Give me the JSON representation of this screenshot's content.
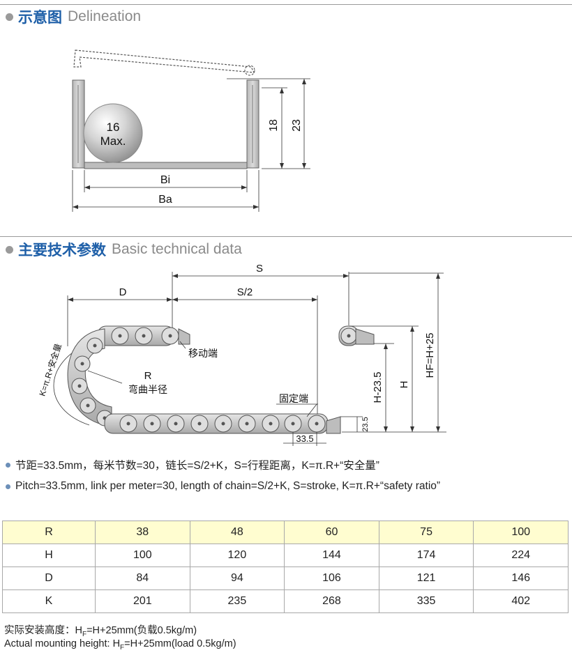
{
  "section1": {
    "title_cn": "示意图",
    "title_en": "Delineation"
  },
  "delineation": {
    "ball_line1": "16",
    "ball_line2": "Max.",
    "dim_inner_height": "18",
    "dim_outer_height": "23",
    "dim_inner_width": "Bi",
    "dim_outer_width": "Ba"
  },
  "section2": {
    "title_cn": "主要技术参数",
    "title_en": "Basic technical data"
  },
  "technical": {
    "label_s": "S",
    "label_s_half": "S/2",
    "label_d": "D",
    "label_r": "R",
    "label_bend_radius_cn": "弯曲半径",
    "label_moving_end_cn": "移动端",
    "label_fixed_end_cn": "固定端",
    "label_k": "K=π.R+安全量",
    "label_h_minus": "H-23.5",
    "label_h": "H",
    "label_hf": "HF=H+25",
    "dim_bar_height": "23.5",
    "dim_pitch": "33.5"
  },
  "notes": {
    "cn": "节距=33.5mm，每米节数=30，链长=S/2+K，S=行程距离，K=π.R+“安全量”",
    "en": "Pitch=33.5mm, link per meter=30, length of chain=S/2+K, S=stroke, K=π.R+“safety ratio”"
  },
  "table": {
    "rows": [
      {
        "label": "R",
        "values": [
          "38",
          "48",
          "60",
          "75",
          "100"
        ]
      },
      {
        "label": "H",
        "values": [
          "100",
          "120",
          "144",
          "174",
          "224"
        ]
      },
      {
        "label": "D",
        "values": [
          "84",
          "94",
          "106",
          "121",
          "146"
        ]
      },
      {
        "label": "K",
        "values": [
          "201",
          "235",
          "268",
          "335",
          "402"
        ]
      }
    ]
  },
  "footnotes": {
    "cn_prefix": "实际安装高度：H",
    "cn_sub": "F",
    "cn_suffix": "=H+25mm(负载0.5kg/m)",
    "en_prefix": "Actual mounting height: H",
    "en_sub": "F",
    "en_suffix": "=H+25mm(load 0.5kg/m)"
  }
}
